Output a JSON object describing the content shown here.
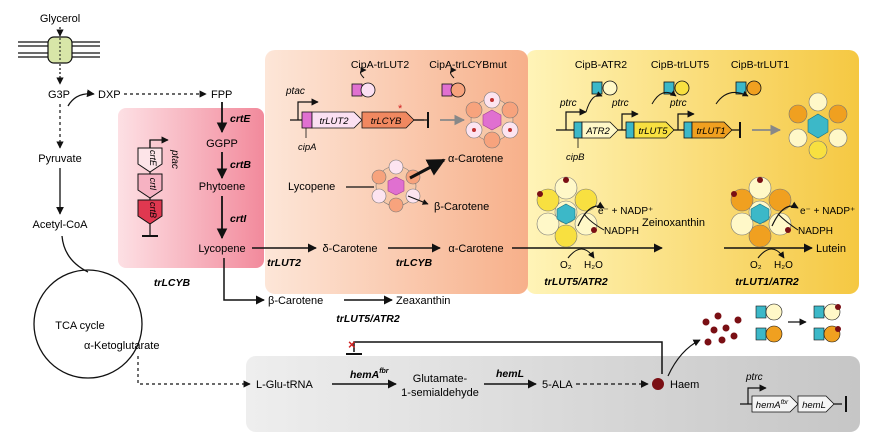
{
  "metabolites": {
    "glycerol": "Glycerol",
    "g3p": "G3P",
    "dxp": "DXP",
    "fpp": "FPP",
    "pyruvate": "Pyruvate",
    "acetyl_coa": "Acetyl-CoA",
    "tca_cycle": "TCA cycle",
    "alpha_ketoglutarate": "α-Ketoglutarate",
    "ggpp": "GGPP",
    "phytoene": "Phytoene",
    "lycopene_main": "Lycopene",
    "delta_carotene": "δ-Carotene",
    "alpha_carotene_main": "α-Carotene",
    "zeinoxanthin": "Zeinoxanthin",
    "lutein": "Lutein",
    "beta_carotene_main": "β-Carotene",
    "zeaxanthin": "Zeaxanthin",
    "lycopene_inset": "Lycopene",
    "alpha_carotene_inset": "α-Carotene",
    "beta_carotene_inset": "β-Carotene",
    "glu_trna": "L-Glu-tRNA",
    "glutamate_semialdehyde_1": "Glutamate-",
    "glutamate_semialdehyde_2": "1-semialdehyde",
    "ala": "5-ALA",
    "haem": "Haem"
  },
  "enzymes": {
    "crtE": "crtE",
    "crtB": "crtB",
    "crtI": "crtI",
    "trLCYB_side": "trLCYB",
    "trLUT2": "trLUT2",
    "trLCYB": "trLCYB",
    "trLUT5_ATR2_main": "trLUT5/ATR2",
    "trLUT1_ATR2": "trLUT1/ATR2",
    "trLUT5_ATR2_zea": "trLUT5/ATR2",
    "hemA_base": "hemA",
    "hemA_sup": "fbr",
    "hemL": "hemL"
  },
  "constructs": {
    "ptac_left": "ptac",
    "gene_crtE": "crtE",
    "gene_crtI": "crtI",
    "gene_crtB": "crtB",
    "ptac_mid": "ptac",
    "gene_trLUT2": "trLUT2",
    "gene_trLCYB": "trLCYB",
    "cipA": "cipA",
    "label_cipA_trLUT2": "CipA-trLUT2",
    "label_cipA_trLCYBmut": "CipA-trLCYBmut",
    "label_cipB_ATR2": "CipB-ATR2",
    "label_cipB_trLUT5": "CipB-trLUT5",
    "label_cipB_trLUT1": "CipB-trLUT1",
    "ptrc_1": "ptrc",
    "ptrc_2": "ptrc",
    "ptrc_3": "ptrc",
    "gene_ATR2": "ATR2",
    "gene_trLUT5": "trLUT5",
    "gene_trLUT1": "trLUT1",
    "cipB": "cipB",
    "ptrc_haem": "ptrc",
    "gene_hemA": "hemA",
    "gene_hemA_sup": "fbr",
    "gene_hemL": "hemL"
  },
  "cofactors": {
    "nadp_1": "e⁻ + NADP⁺",
    "nadph_1": "NADPH",
    "o2_1": "O₂",
    "h2o_1": "H₂O",
    "nadp_2": "e⁻ + NADP⁺",
    "nadph_2": "NADPH",
    "o2_2": "O₂",
    "h2o_2": "H₂O"
  },
  "colors": {
    "panel_red": "#f6a6b2",
    "panel_peach": "#f8c8aa",
    "panel_yellow": "#f8d880",
    "panel_grey": "#d6d6d6",
    "haem": "#7a0f14",
    "cipA_magenta": "#e070d0",
    "cipB_teal": "#3cb8c8",
    "trLCYB_orange": "#f08860",
    "trLUT5_yellow": "#f8e040",
    "trLUT1_orange": "#f0a020"
  }
}
